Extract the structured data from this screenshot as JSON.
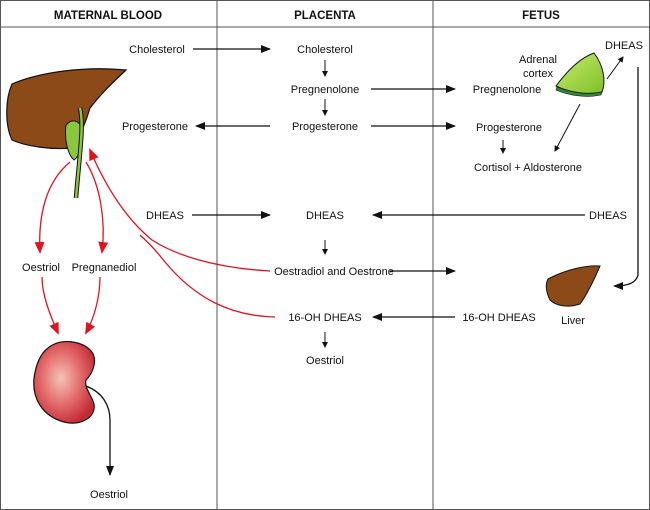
{
  "headers": {
    "maternal": "MATERNAL BLOOD",
    "placenta": "PLACENTA",
    "fetus": "FETUS"
  },
  "maternal": {
    "cholesterol": "Cholesterol",
    "progesterone": "Progesterone",
    "dheas": "DHEAS",
    "oestriol": "Oestriol",
    "pregnanediol": "Pregnanediol",
    "oestriol_urine": "Oestriol"
  },
  "placenta": {
    "cholesterol": "Cholesterol",
    "pregnenolone": "Pregnenolone",
    "progesterone": "Progesterone",
    "dheas": "DHEAS",
    "oestradiol_oestrone": "Oestradiol and Oestrone",
    "oh_dheas": "16-OH DHEAS",
    "oestriol": "Oestriol"
  },
  "fetus": {
    "adrenal_line1": "Adrenal",
    "adrenal_line2": "cortex",
    "dheas_top": "DHEAS",
    "pregnenolone": "Pregnenolone",
    "progesterone": "Progesterone",
    "cortisol_aldosterone": "Cortisol + Aldosterone",
    "dheas": "DHEAS",
    "oh_dheas": "16-OH DHEAS",
    "liver": "Liver"
  },
  "icons": {
    "maternal_liver": "liver-icon",
    "gallbladder": "gallbladder-icon",
    "fetal_adrenal": "adrenal-gland-icon",
    "fetal_liver": "liver-icon",
    "kidney": "kidney-icon"
  },
  "colors": {
    "arrow": "#111111",
    "red_arrow": "#e0141e",
    "liver": "#8b4a17",
    "gallbladder": "#8cc63f",
    "adrenal": "#9acd32",
    "kidney": "#d8404a",
    "divider": "#555555"
  }
}
